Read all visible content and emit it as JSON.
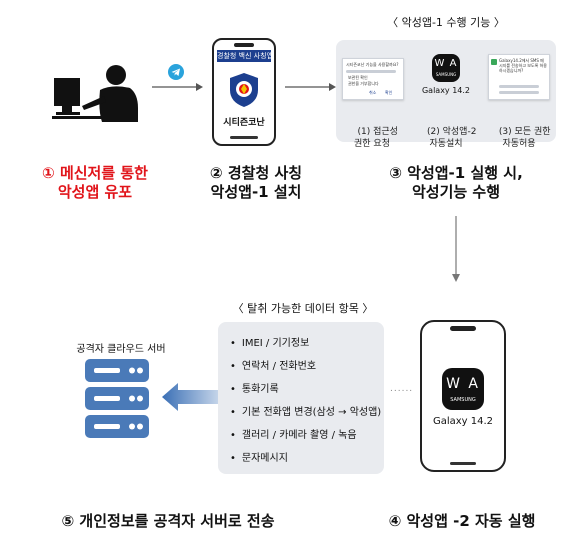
{
  "step1": {
    "number": "①",
    "line1": "메신저를 통한",
    "line2": "악성앱 유포"
  },
  "step2": {
    "number": "②",
    "line1": "경찰청 사칭",
    "line2": "악성앱-1 설치"
  },
  "step3": {
    "number": "③",
    "line1": "악성앱-1 실행 시,",
    "line2": "악성기능 수행"
  },
  "step4": {
    "number": "④",
    "text": "악성앱 -2 자동 실행"
  },
  "step5": {
    "number": "⑤",
    "text": "개인정보를 공격자 서버로 전송"
  },
  "phone1": {
    "header": "경찰청 백신 사칭앱",
    "app_name": "시티즌코난"
  },
  "malicious_panel": {
    "title": "〈 악성앱-1 수행 기능 〉",
    "popup_title": "시티즌코난 기능을 사용할까요?",
    "popup_option1": "보관된 확인",
    "popup_option2": "권한을 거부합니다",
    "popup_cancel": "취소",
    "popup_ok": "확인",
    "samsung_logo": "W A",
    "samsung_brand": "SAMSUNG",
    "galaxy_label": "Galaxy 14.2",
    "right_popup_text": "Galaxy14.2에서 SMS 메시지를 전송하고 보도록 허용하시겠습니까?",
    "items": [
      {
        "num": "(1)",
        "line1": "접근성",
        "line2": "권한 요청"
      },
      {
        "num": "(2)",
        "line1": "악성앱-2",
        "line2": "자동설치"
      },
      {
        "num": "(3)",
        "line1": "모든 권한",
        "line2": "자동허용"
      }
    ]
  },
  "data_panel": {
    "title": "〈 탈취 가능한 데이터 항목 〉",
    "items": [
      "IMEI / 기기정보",
      "연락처 / 전화번호",
      "통화기록",
      "기본 전화앱 변경(삼성 → 악성앱)",
      "갤러리 / 카메라 촬영 / 녹음",
      "문자메시지"
    ]
  },
  "server": {
    "label": "공격자 클라우드 서버"
  },
  "phone2": {
    "logo": "W A",
    "brand": "SAMSUNG",
    "label": "Galaxy 14.2"
  },
  "ellipsis": "......",
  "colors": {
    "red": "#e1141a",
    "panel": "#e9ebef",
    "server_blue": "#4a7ab8",
    "arrow_blue": "#3a6fb5",
    "telegram": "#2aa3dc",
    "police_navy": "#1c3f8f"
  }
}
